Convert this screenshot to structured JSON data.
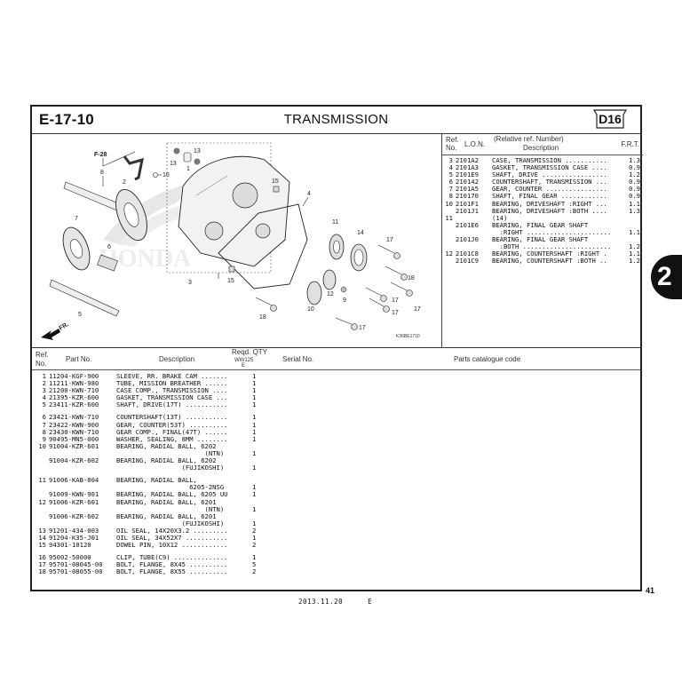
{
  "header": {
    "code": "E-17-10",
    "title": "TRANSMISSION",
    "badge": "D16"
  },
  "diagram": {
    "callouts": [
      "F-28",
      "1",
      "2",
      "3",
      "4",
      "5",
      "6",
      "7",
      "8",
      "9",
      "10",
      "11",
      "12",
      "13",
      "13",
      "14",
      "15",
      "15",
      "16",
      "17",
      "17",
      "17",
      "17",
      "17",
      "18",
      "18"
    ],
    "front_marker": "FR.",
    "watermark": "HONDA",
    "figure_code": "K36BE1710"
  },
  "lon_table": {
    "headers": {
      "ref_no": "Ref. No.",
      "lon": "L.O.N.",
      "relative": "(Relative ref. Number)",
      "description": "Description",
      "frt": "F.R.T."
    },
    "rows": [
      {
        "ref": "3",
        "lon": "2101A2",
        "desc": "CASE, TRANSMISSION ...........",
        "frt": "1.3"
      },
      {
        "ref": "4",
        "lon": "2101A3",
        "desc": "GASKET, TRANSMISSION CASE ....",
        "frt": "0.9"
      },
      {
        "ref": "5",
        "lon": "2101E9",
        "desc": "SHAFT, DRIVE .................",
        "frt": "1.2"
      },
      {
        "ref": "6",
        "lon": "210142",
        "desc": "COUNTERSHAFT, TRANSMISSION ...",
        "frt": "0.9"
      },
      {
        "ref": "7",
        "lon": "2101A5",
        "desc": "GEAR, COUNTER ................",
        "frt": "0.9"
      },
      {
        "ref": "8",
        "lon": "210170",
        "desc": "SHAFT, FINAL GEAR ............",
        "frt": "0.9"
      },
      {
        "ref": "10",
        "lon": "2101F1",
        "desc": "BEARING, DRIVESHAFT :RIGHT ...",
        "frt": "1.1"
      },
      {
        "ref": "",
        "lon": "2101J1",
        "desc": "BEARING, DRIVESHAFT :BOTH ....",
        "frt": "1.3"
      },
      {
        "ref": "11",
        "lon": "",
        "desc": "(14)",
        "frt": ""
      },
      {
        "ref": "",
        "lon": "2101E6",
        "desc": "BEARING, FINAL GEAR SHAFT",
        "frt": ""
      },
      {
        "ref": "",
        "lon": "",
        "desc": "  :RIGHT ......................",
        "frt": "1.1"
      },
      {
        "ref": "",
        "lon": "2101J0",
        "desc": "BEARING, FINAL GEAR SHAFT",
        "frt": ""
      },
      {
        "ref": "",
        "lon": "",
        "desc": "  :BOTH .......................",
        "frt": "1.2"
      },
      {
        "ref": "12",
        "lon": "2101C8",
        "desc": "BEARING, COUNTERSHAFT :RIGHT .",
        "frt": "1.1"
      },
      {
        "ref": "",
        "lon": "2101C9",
        "desc": "BEARING, COUNTERSHAFT :BOTH ..",
        "frt": "1.2"
      }
    ]
  },
  "parts_table": {
    "headers": {
      "ref_no": "Ref. No.",
      "part_no": "Part No.",
      "description": "Description",
      "reqd_qty": "Reqd. QTY",
      "model": "WW125",
      "model_sub": "E",
      "serial_no": "Serial No.",
      "catalogue_code": "Parts catalogue code"
    },
    "rows": [
      {
        "ref": "1",
        "part": "11204-KGF-900",
        "desc": "SLEEVE, RR. BRAKE CAM .......",
        "qty": "1"
      },
      {
        "ref": "2",
        "part": "11211-KWN-980",
        "desc": "TUBE, MISSION BREATHER ......",
        "qty": "1"
      },
      {
        "ref": "3",
        "part": "21200-KWN-710",
        "desc": "CASE COMP., TRANSMISSION ....",
        "qty": "1"
      },
      {
        "ref": "4",
        "part": "21395-KZR-600",
        "desc": "GASKET, TRANSMISSION CASE ...",
        "qty": "1"
      },
      {
        "ref": "5",
        "part": "23411-KZR-600",
        "desc": "SHAFT, DRIVE(17T) ...........",
        "qty": "1"
      },
      {
        "gap": true
      },
      {
        "ref": "6",
        "part": "23421-KWN-710",
        "desc": "COUNTERSHAFT(13T) ...........",
        "qty": "1"
      },
      {
        "ref": "7",
        "part": "23422-KWN-900",
        "desc": "GEAR, COUNTER(53T) ..........",
        "qty": "1"
      },
      {
        "ref": "8",
        "part": "23430-KWN-710",
        "desc": "GEAR COMP., FINAL(47T) ......",
        "qty": "1"
      },
      {
        "ref": "9",
        "part": "90495-MN5-000",
        "desc": "WASHER, SEALING, 8MM ........",
        "qty": "1"
      },
      {
        "ref": "10",
        "part": "91004-KZR-601",
        "desc": "BEARING, RADIAL BALL, 6202",
        "qty": ""
      },
      {
        "ref": "",
        "part": "",
        "desc": "                       (NTN)",
        "qty": "1"
      },
      {
        "ref": "",
        "part": "91004-KZR-602",
        "desc": "BEARING, RADIAL BALL, 6202",
        "qty": ""
      },
      {
        "ref": "",
        "part": "",
        "desc": "                 (FUJIKOSHI)",
        "qty": "1"
      },
      {
        "gap": true
      },
      {
        "ref": "11",
        "part": "91006-KAB-004",
        "desc": "BEARING, RADIAL BALL,",
        "qty": ""
      },
      {
        "ref": "",
        "part": "",
        "desc": "                   6205-2NSG",
        "qty": "1"
      },
      {
        "ref": "",
        "part": "91009-KWN-901",
        "desc": "BEARING, RADIAL BALL, 6205 UU",
        "qty": "1"
      },
      {
        "ref": "12",
        "part": "91006-KZR-601",
        "desc": "BEARING, RADIAL BALL, 6201",
        "qty": ""
      },
      {
        "ref": "",
        "part": "",
        "desc": "                       (NTN)",
        "qty": "1"
      },
      {
        "ref": "",
        "part": "91006-KZR-602",
        "desc": "BEARING, RADIAL BALL, 6201",
        "qty": ""
      },
      {
        "ref": "",
        "part": "",
        "desc": "                 (FUJIKOSHI)",
        "qty": "1"
      },
      {
        "ref": "13",
        "part": "91201-434-003",
        "desc": "OIL SEAL, 14X20X3.2 .........",
        "qty": "2"
      },
      {
        "ref": "14",
        "part": "91204-K35-J01",
        "desc": "OIL SEAL, 34X52X7 ...........",
        "qty": "1"
      },
      {
        "ref": "15",
        "part": "94301-10120",
        "desc": "DOWEL PIN, 10X12 ............",
        "qty": "2"
      },
      {
        "gap": true
      },
      {
        "ref": "16",
        "part": "95002-50000",
        "desc": "CLIP, TUBE(C9) ..............",
        "qty": "1"
      },
      {
        "ref": "17",
        "part": "95701-08045-00",
        "desc": "BOLT, FLANGE, 8X45 ..........",
        "qty": "5"
      },
      {
        "ref": "18",
        "part": "95701-08055-00",
        "desc": "BOLT, FLANGE, 8X55 ..........",
        "qty": "2"
      }
    ]
  },
  "footer": {
    "date": "2013.11.20",
    "edition": "E",
    "page_number": "41"
  },
  "section_tab": {
    "label": "2"
  }
}
